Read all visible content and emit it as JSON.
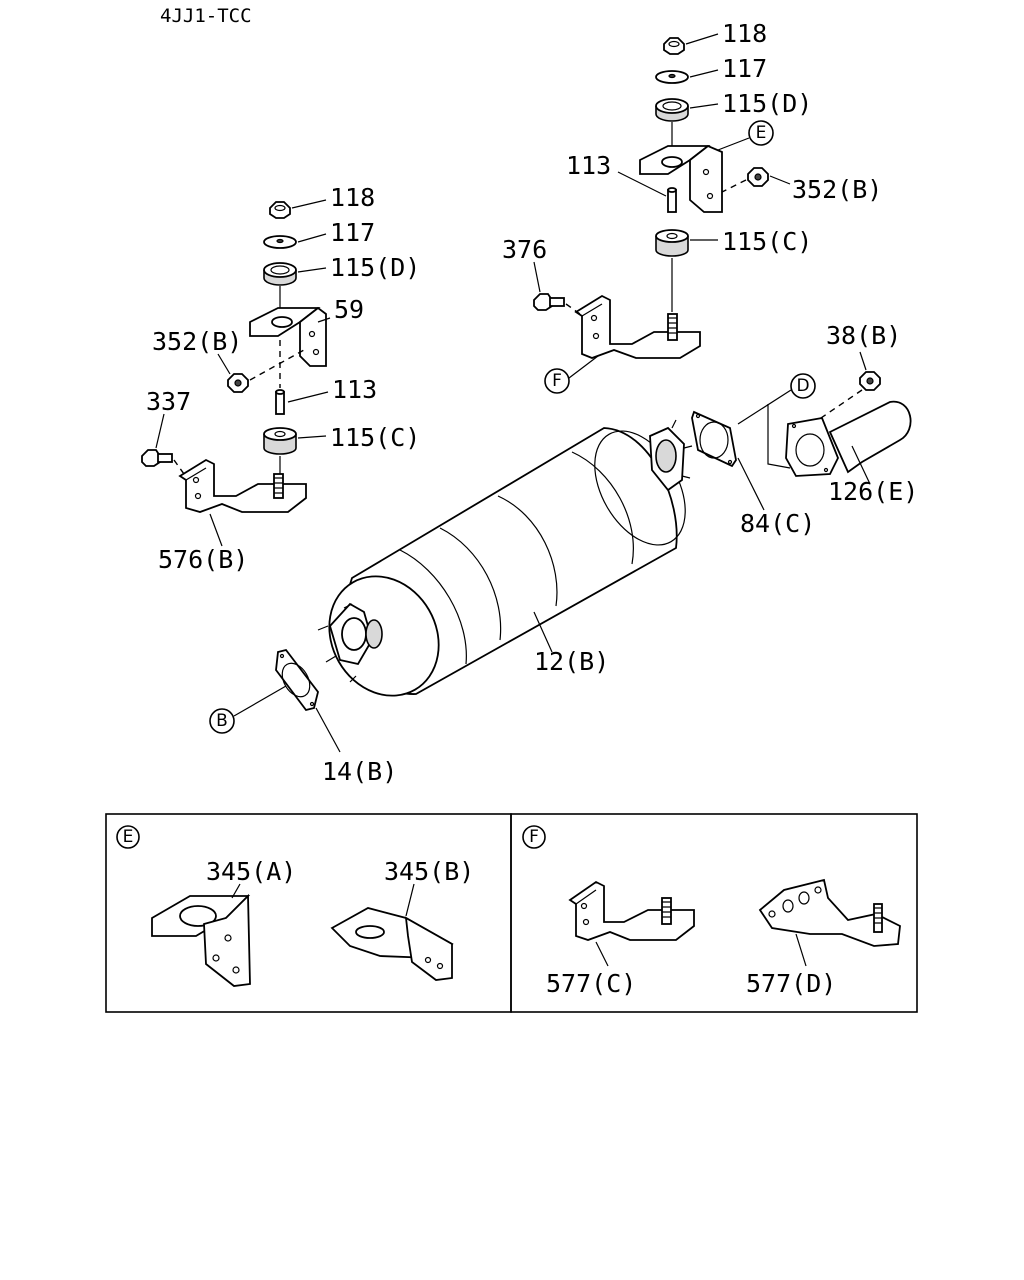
{
  "engine_code": "4JJ1-TCC",
  "callouts": {
    "p118_right": "118",
    "p117_right": "117",
    "p115d_right": "115(D)",
    "p113_right": "113",
    "p352b_right": "352(B)",
    "p376": "376",
    "p115c_right": "115(C)",
    "p118_left": "118",
    "p117_left": "117",
    "p115d_left": "115(D)",
    "p59": "59",
    "p352b_left": "352(B)",
    "p113_left": "113",
    "p337": "337",
    "p115c_left": "115(C)",
    "p576b": "576(B)",
    "p38b": "38(B)",
    "p126e": "126(E)",
    "p84c": "84(C)",
    "p12b": "12(B)",
    "p14b": "14(B)"
  },
  "ref_markers": {
    "E": "E",
    "F": "F",
    "D": "D",
    "B": "B"
  },
  "detail_boxes": {
    "e": {
      "marker": "E",
      "items": [
        "345(A)",
        "345(B)"
      ]
    },
    "f": {
      "marker": "F",
      "items": [
        "577(C)",
        "577(D)"
      ]
    }
  }
}
